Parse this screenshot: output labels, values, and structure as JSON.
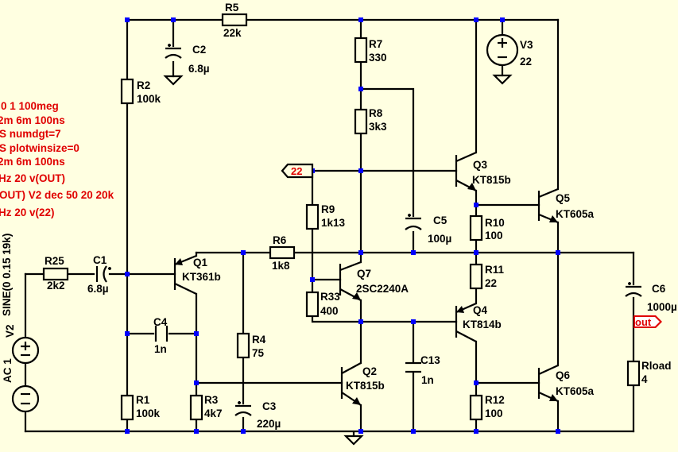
{
  "directives": [
    "0 1 100meg",
    "2m 6m 100ns",
    "S numdgt=7",
    "S plotwinsize=0",
    "2m 6m 100ns",
    "Hz 20 v(OUT)",
    "OUT) V2 dec 50 20 20k",
    "Hz 20 v(22)"
  ],
  "nets": {
    "node22": "22",
    "out": "out"
  },
  "sources": {
    "v2": {
      "name": "V2",
      "type": "AC 1",
      "value": "SINE(0 0.15 19k)"
    },
    "v3": {
      "name": "V3",
      "value": "22"
    }
  },
  "resistors": {
    "r1": {
      "name": "R1",
      "value": "100k"
    },
    "r2": {
      "name": "R2",
      "value": "100k"
    },
    "r3": {
      "name": "R3",
      "value": "4k7"
    },
    "r4": {
      "name": "R4",
      "value": "75"
    },
    "r5": {
      "name": "R5",
      "value": "22k"
    },
    "r6": {
      "name": "R6",
      "value": "1k8"
    },
    "r7": {
      "name": "R7",
      "value": "330"
    },
    "r8": {
      "name": "R8",
      "value": "3k3"
    },
    "r9": {
      "name": "R9",
      "value": "1k13"
    },
    "r10": {
      "name": "R10",
      "value": "100"
    },
    "r11": {
      "name": "R11",
      "value": "22"
    },
    "r12": {
      "name": "R12",
      "value": "100"
    },
    "r25": {
      "name": "R25",
      "value": "2k2"
    },
    "r33": {
      "name": "R33",
      "value": "400"
    },
    "rload": {
      "name": "Rload",
      "value": "4"
    }
  },
  "capacitors": {
    "c1": {
      "name": "C1",
      "value": "6.8µ"
    },
    "c2": {
      "name": "C2",
      "value": "6.8µ"
    },
    "c3": {
      "name": "C3",
      "value": "220µ"
    },
    "c4": {
      "name": "C4",
      "value": "1n"
    },
    "c5": {
      "name": "C5",
      "value": "100µ"
    },
    "c6": {
      "name": "C6",
      "value": "1000µ"
    },
    "c13": {
      "name": "C13",
      "value": "1n"
    }
  },
  "transistors": {
    "q1": {
      "name": "Q1",
      "model": "KT361b",
      "polarity": "pnp"
    },
    "q2": {
      "name": "Q2",
      "model": "KT815b",
      "polarity": "npn"
    },
    "q3": {
      "name": "Q3",
      "model": "KT815b",
      "polarity": "npn"
    },
    "q4": {
      "name": "Q4",
      "model": "KT814b",
      "polarity": "pnp"
    },
    "q5": {
      "name": "Q5",
      "model": "KT605a",
      "polarity": "npn"
    },
    "q6": {
      "name": "Q6",
      "model": "KT605a",
      "polarity": "npn"
    },
    "q7": {
      "name": "Q7",
      "model": "2SC2240A",
      "polarity": "npn"
    }
  },
  "colors": {
    "background": "#ffffe1",
    "wire": "#000000",
    "junction": "#0000ff",
    "directive": "#e00000"
  }
}
